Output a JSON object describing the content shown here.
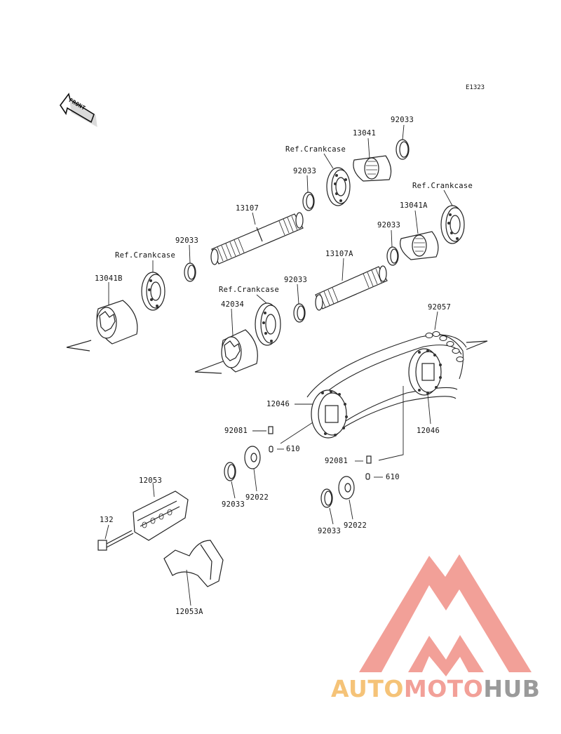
{
  "diagram": {
    "code": "E1323",
    "front_label": "FRONT",
    "labels": {
      "p92033_top": "92033",
      "p13041": "13041",
      "ref_crankcase_top": "Ref.Crankcase",
      "p92033_b": "92033",
      "ref_crankcase_right": "Ref.Crankcase",
      "p13041a": "13041A",
      "p13107": "13107",
      "p92033_c": "92033",
      "p92033_d": "92033",
      "ref_crankcase_left": "Ref.Crankcase",
      "p13107a": "13107A",
      "p13041b": "13041B",
      "p92033_e": "92033",
      "ref_crankcase_mid": "Ref.Crankcase",
      "p42034": "42034",
      "p92057": "92057",
      "p12046_left": "12046",
      "p12046_right": "12046",
      "p92081_left": "92081",
      "p610_left": "610",
      "p92081_right": "92081",
      "p610_right": "610",
      "p12053": "12053",
      "p132": "132",
      "p92033_f": "92033",
      "p92022_left": "92022",
      "p92033_g": "92033",
      "p92022_right": "92022",
      "p12053a": "12053A"
    }
  },
  "watermark": {
    "part1": "AUTO",
    "part2": "MOTO",
    "part3": "HUB",
    "colors": {
      "auto": "#f5c378",
      "moto": "#f2a098",
      "hub": "#9a9a9a",
      "triangle": "#f2a098"
    }
  }
}
